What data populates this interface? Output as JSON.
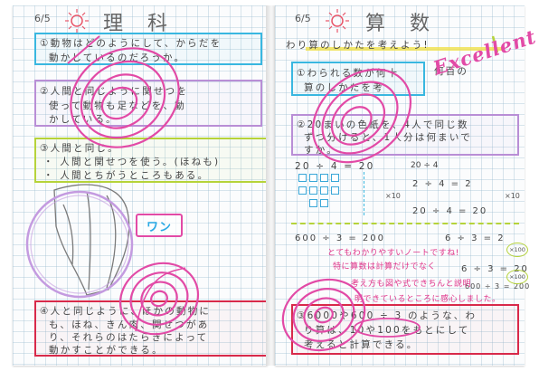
{
  "left_page": {
    "date": "6/5",
    "subject": "理 科",
    "q1": {
      "line1": "①動物はどのようにして、からだを",
      "line2": "動かしているのだろうか。"
    },
    "q2": {
      "line1": "②人間と同じように関せつを",
      "line2": "使って動物も足などを、動",
      "line3": "かしている。"
    },
    "q3": {
      "line1": "③人間と同じ。",
      "line2": "・ 人間と関せつを使う。(ほねも)",
      "line3": "・ 人間とちがうところもある。"
    },
    "label_wan": "ワン",
    "q4": {
      "line1": "④人と同じように、ほかの動物に",
      "line2": "も、ほね、きん肉、関せつがあ",
      "line3": "り、それらのはたらきによって",
      "line4": "動かすことができる。"
    }
  },
  "right_page": {
    "date": "6/5",
    "subject": "算 数",
    "title": "わり算のしかたを考えよう!",
    "english_stamp": "Excellent",
    "q1": {
      "line1": "①わられる数が何十",
      "line2": "算のしかたを考",
      "side": "何百の"
    },
    "q2": {
      "line1": "②20まいの色紙を、4人で同じ数",
      "line2": "ずつ分けると、1人分は何まいで",
      "line3": "すか。"
    },
    "eq1": "20 ÷ 4 = 20",
    "work1_top": "20 ÷ 4",
    "work1_mid": "2 ÷ 4 = 2",
    "work1_bot": "20 ÷ 4 = 20",
    "x10_left": "×10",
    "x10_right": "×10",
    "eq2": "600 ÷ 3 = 200",
    "eq3": "6 ÷ 3 = 2",
    "eq4": "6 ÷ 3 = 20",
    "eq5": "600 ÷ 3 = 200",
    "x100_a": "×100",
    "x100_b": "×100",
    "comment1": "とてもわかりやすいノートですね!",
    "comment2": "特に算数は計算だけでなく",
    "comment3": "考え方も図や式できちんと説明",
    "comment4": "明できているところに感心しました。",
    "q3": {
      "line1": "③6000や600 ÷ 3 のような、わ",
      "line2": "り算は、10や100をもとにして",
      "line3": "考えると計算できる。",
      "highlight": "10や100"
    }
  },
  "colors": {
    "paper": "#fbfcfd",
    "grid": "#96b9cd",
    "pink": "#e0358a",
    "cyan": "#39b7e0",
    "green": "#b6d33a",
    "purple": "#b98ed6",
    "red": "#d8294a",
    "yellow": "#f0e04a"
  },
  "icons": {
    "sun_left": "sun-doodle-icon",
    "sun_right": "sun-doodle-icon",
    "number_squares": "place-value-blocks"
  }
}
